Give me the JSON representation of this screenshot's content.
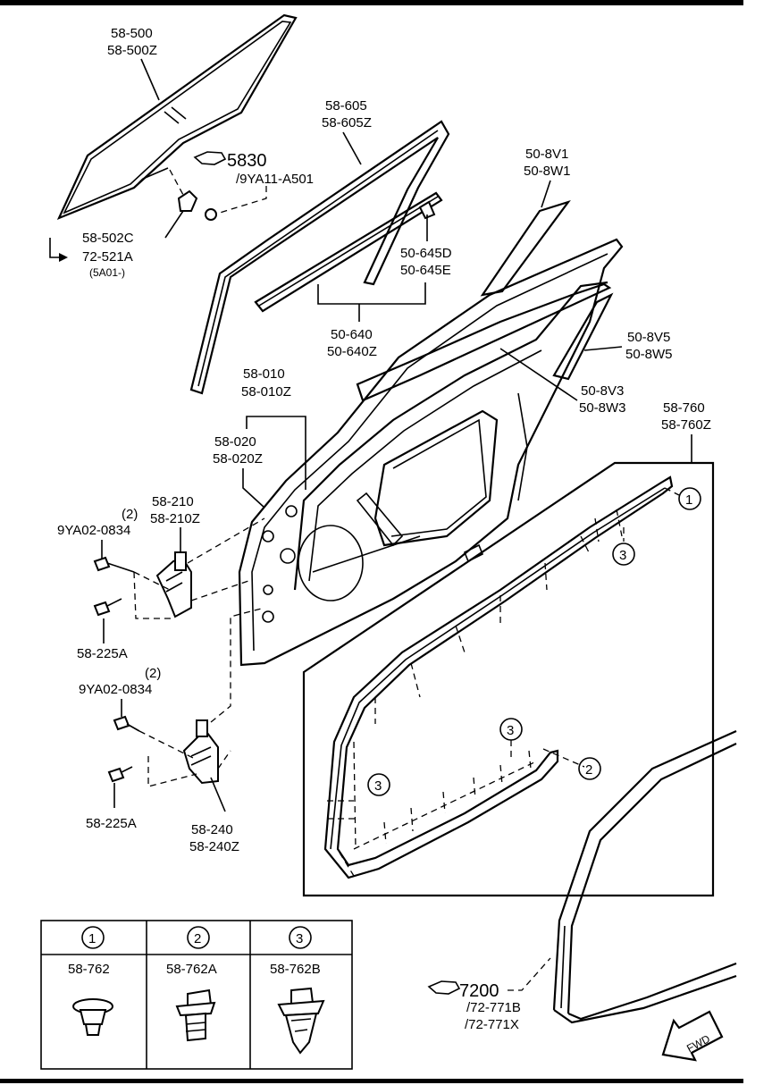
{
  "labels": {
    "glass": [
      "58-500",
      "58-500Z"
    ],
    "glass_ref": "5830",
    "glass_ref_sub": "/9YA11-A501",
    "glass_clip": "58-502C",
    "glass_clip_alt": "72-521A",
    "glass_clip_alt_sub": "(5A01-)",
    "channel": [
      "58-605",
      "58-605Z"
    ],
    "seal_d": [
      "50-645D",
      "50-645E"
    ],
    "weatherstrip": [
      "50-640",
      "50-640Z"
    ],
    "mold_v1": [
      "50-8V1",
      "50-8W1"
    ],
    "mold_v5": [
      "50-8V5",
      "50-8W5"
    ],
    "mold_v3": [
      "50-8V3",
      "50-8W3"
    ],
    "door": [
      "58-010",
      "58-010Z"
    ],
    "door_panel": [
      "58-020",
      "58-020Z"
    ],
    "hinge_bolt_top_qty": "(2)",
    "hinge_bolt_top": "9YA02-0834",
    "upper_hinge": [
      "58-210",
      "58-210Z"
    ],
    "bolt_a": "58-225A",
    "hinge_bolt_bottom_qty": "(2)",
    "hinge_bolt_bottom": "9YA02-0834",
    "bolt_b": "58-225A",
    "lower_hinge": [
      "58-240",
      "58-240Z"
    ],
    "door_seal": [
      "58-760",
      "58-760Z"
    ],
    "body_ref": "7200",
    "body_ref_sub1": "/72-771B",
    "body_ref_sub2": "/72-771X",
    "fwd": "FWD"
  },
  "callouts": [
    "1",
    "2",
    "3",
    "3",
    "3"
  ],
  "legend": [
    {
      "mark": "1",
      "part": "58-762"
    },
    {
      "mark": "2",
      "part": "58-762A"
    },
    {
      "mark": "3",
      "part": "58-762B"
    }
  ]
}
